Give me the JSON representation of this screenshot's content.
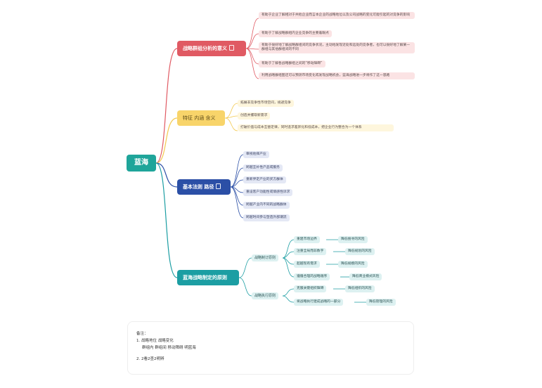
{
  "root": "蓝海",
  "branches": [
    {
      "title": "战略群组分析的意义",
      "items": [
        "有助于企业了解相对于共他企业而言本企业的战略地位以及公司战略的变化可能引起的对竞争的影响",
        "有助于了解战略群组内企业竞争的主要着眼点",
        "有助于很好地了解战略群组间的竞争状况，主动地发现近处和远处的竞争者，也可以很好地了解某一群组与其他群组间的不同",
        "有助于了解各战略群组之间的“移动障碍”",
        "利用战略群组图还可以预测市场变化或发现战略机会，蓝海战略进一步将作了这一思路"
      ]
    },
    {
      "title": "特征 内涵 含义",
      "items": [
        "拓展非竞争性市场空间，规避竞争",
        "创造并攫取新需求",
        "打破价值与成本互替定律，同时追求差异化和低成本，把企业行为整合为一个体系"
      ]
    },
    {
      "title": "基本法则 路径",
      "items": [
        "审视他择产业",
        "跨越互补性产品或服务",
        "重新界定产业的买方群体",
        "重设客户功能性或情感性诉求",
        "跨越产业内不同的战略群体",
        "跨越时间参与塑造外部潮流"
      ]
    },
    {
      "title": "蓝海战略制定的原则",
      "groups": [
        {
          "label": "战略制订原则",
          "rows": [
            [
              "重建市场边界",
              "降低搜寻的风险"
            ],
            [
              "注重全局而非数字",
              "降低规划的风险"
            ],
            [
              "超越现有需求",
              "降低规模的风险"
            ],
            [
              "遵循合理的战略顺序",
              "降低商业模式风险"
            ]
          ]
        },
        {
          "label": "战略执行原则",
          "rows": [
            [
              "克服关键组织障碍",
              "降低组织的风险"
            ],
            [
              "将战略执行建成战略的一部分",
              "降低管理的风险"
            ]
          ]
        }
      ]
    }
  ],
  "note": {
    "title": "备注：",
    "line1": "1. 战略地位 战略变化",
    "line2": "群组内 群组间 移动障碍 明蓝海",
    "line3": "2. 2看2查2明辨"
  },
  "colors": {
    "red": "#e05a63",
    "yellow": "#f8d46a",
    "blue": "#2b4fa6",
    "teal": "#1c9ea3",
    "root": "#1fa59a"
  }
}
